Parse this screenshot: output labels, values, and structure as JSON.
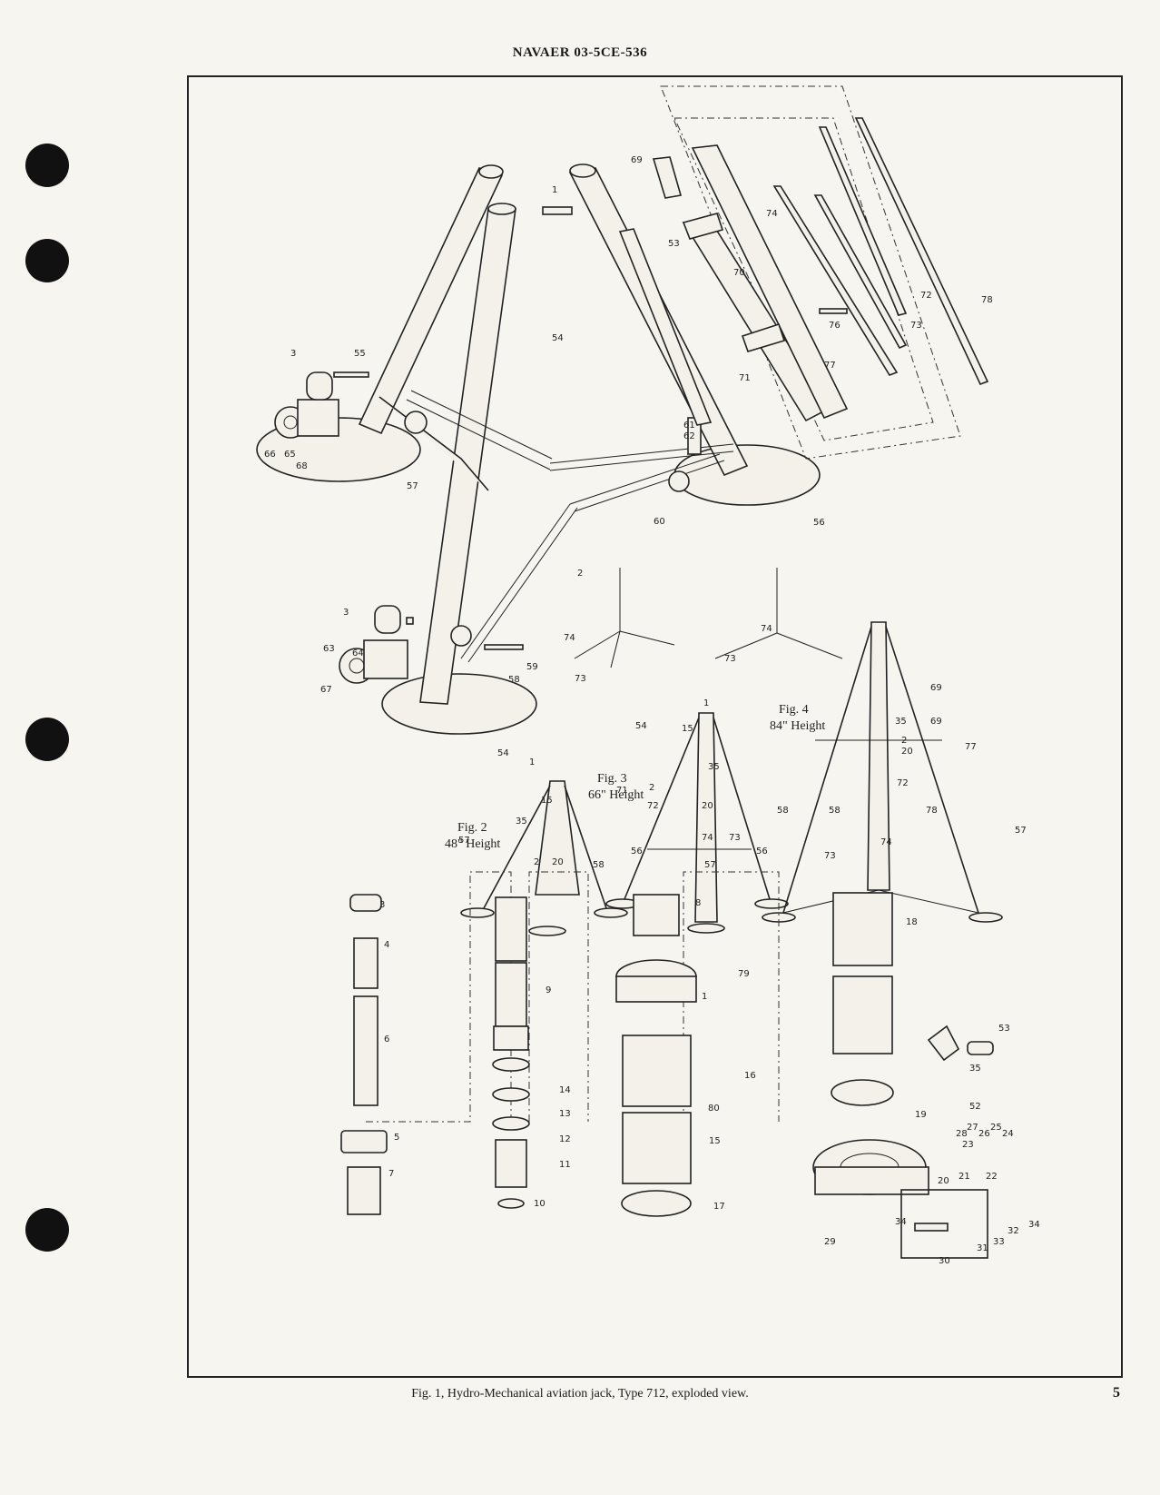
{
  "header": {
    "doc_number": "NAVAER 03-5CE-536"
  },
  "figures": [
    {
      "number": "Fig. 2",
      "height": "48\" Height"
    },
    {
      "number": "Fig. 3",
      "height": "66\" Height"
    },
    {
      "number": "Fig. 4",
      "height": "84\" Height"
    }
  ],
  "caption": "Fig. 1, Hydro-Mechanical aviation jack, Type 712, exploded view.",
  "page_number": "5",
  "callouts": {
    "top_left": [
      "3",
      "55",
      "54",
      "1",
      "66",
      "65",
      "68",
      "57",
      "61",
      "62",
      "60",
      "56",
      "2",
      "3",
      "59",
      "63",
      "64",
      "67",
      "58"
    ],
    "top_right": [
      "69",
      "53",
      "70",
      "74",
      "72",
      "76",
      "73",
      "78",
      "71",
      "77"
    ],
    "small_views": [
      "74",
      "73",
      "74",
      "73",
      "1",
      "54",
      "15",
      "35",
      "1",
      "54",
      "15",
      "35",
      "57",
      "2",
      "20",
      "58",
      "71",
      "2",
      "72",
      "20",
      "74",
      "73",
      "56",
      "57",
      "58",
      "69",
      "35",
      "2",
      "20",
      "69",
      "77",
      "72",
      "78",
      "58",
      "56",
      "73",
      "74",
      "57"
    ],
    "column1": [
      "3",
      "4",
      "6",
      "5",
      "7"
    ],
    "column2": [
      "9",
      "14",
      "13",
      "12",
      "11",
      "10"
    ],
    "column3": [
      "8",
      "79",
      "1",
      "16",
      "80",
      "15",
      "17"
    ],
    "column4": [
      "18",
      "53",
      "35",
      "52",
      "19",
      "28",
      "27",
      "26",
      "25",
      "24",
      "23",
      "21",
      "22",
      "20",
      "34",
      "29",
      "34",
      "32",
      "33",
      "31",
      "30"
    ]
  }
}
